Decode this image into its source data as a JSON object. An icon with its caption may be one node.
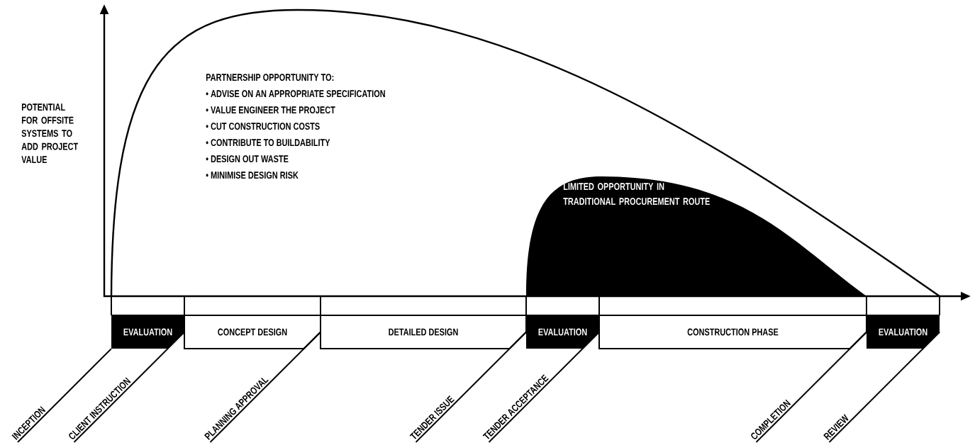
{
  "diagram": {
    "nodes": [
      {
        "text": [
          "PARTNERSHIP OPPORTUNITY TO:",
          "• ADVISE ON AN APPROPRIATE SPECIFICATION",
          "• VALUE ENGINEER THE PROJECT",
          "• CUT CONSTRUCTION COSTS",
          "• CONTRIBUTE TO BUILDABILITY",
          "• DESIGN OUT WASTE",
          "• MINIMISE DESIGN RISK"
        ]
      },
      {
        "text": [
          "LIMITED OPPORTUNITY IN TRADITIONAL PROCUREMENT ROUTE"
        ],
        "in": 0
      },
      {
        "text": [
          "EVALUATION"
        ]
      },
      {
        "text": [
          "CONCEPT DESIGN"
        ]
      },
      {
        "text": [
          "DETAILED DESIGN"
        ]
      },
      {
        "text": [
          "EVALUATION"
        ]
      },
      {
        "text": [
          "CONSTRUCTION PHASE"
        ]
      },
      {
        "text": [
          "EVALUATION"
        ]
      },
      {
        "text": [
          "INCEPTION"
        ]
      },
      {
        "text": [
          "CLIENT INSTRUCTION"
        ]
      },
      {
        "text": [
          "PLANNING APPROVAL"
        ]
      },
      {
        "text": [
          "TENDER ISSUE"
        ]
      },
      {
        "text": [
          "TENDER ACCEPTANCE"
        ]
      },
      {
        "text": [
          "COMPLETION"
        ]
      },
      {
        "text": [
          "REVIEW"
        ]
      }
    ],
    "edges": [
      {
        "from": 8,
        "to": 2,
        "arrow": "none"
      },
      {
        "from": 9,
        "to": 2,
        "arrow": "none"
      },
      {
        "from": 10,
        "to": 3,
        "arrow": "none"
      },
      {
        "from": 11,
        "to": 4,
        "arrow": "none"
      },
      {
        "from": 12,
        "to": 5,
        "arrow": "none"
      },
      {
        "from": 13,
        "to": 6,
        "arrow": "none"
      },
      {
        "from": 14,
        "to": 7,
        "arrow": "none"
      }
    ],
    "labels": [
      "POTENTIAL FOR OFFSITE SYSTEMS TO ADD PROJECT VALUE"
    ]
  }
}
